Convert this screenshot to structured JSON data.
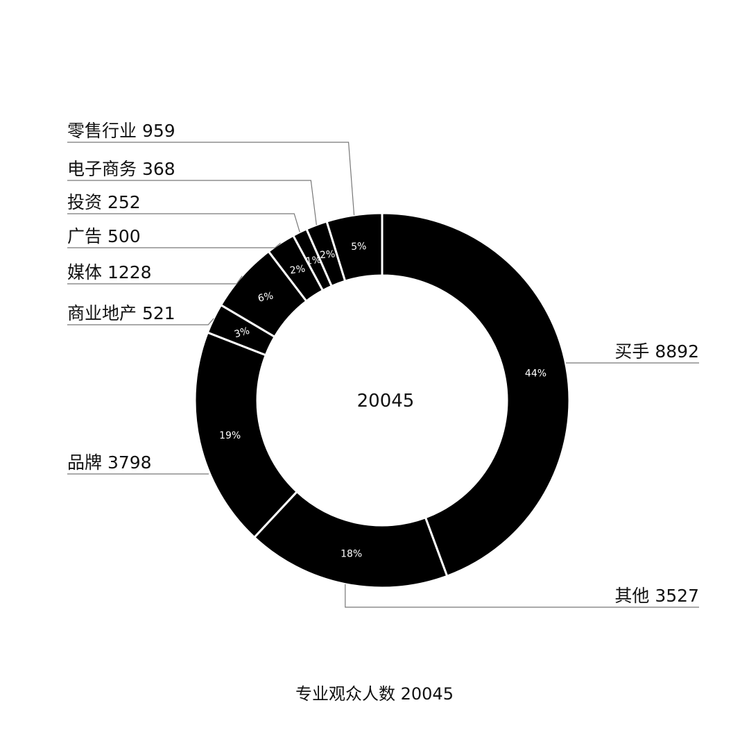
{
  "chart_data": {
    "type": "pie",
    "donut": true,
    "center_label": "20045",
    "total": 20045,
    "caption": "专业观众人数 20045",
    "colors": {
      "slice": "#000000",
      "separator": "#ffffff",
      "leader": "#777777",
      "text": "#111111",
      "pct_text": "#ffffff"
    },
    "slices": [
      {
        "label": "买手",
        "value": 8892,
        "percent": "44%"
      },
      {
        "label": "其他",
        "value": 3527,
        "percent": "18%"
      },
      {
        "label": "品牌",
        "value": 3798,
        "percent": "19%"
      },
      {
        "label": "商业地产",
        "value": 521,
        "percent": "3%"
      },
      {
        "label": "媒体",
        "value": 1228,
        "percent": "6%"
      },
      {
        "label": "广告",
        "value": 500,
        "percent": "2%"
      },
      {
        "label": "投资",
        "value": 252,
        "percent": "1%"
      },
      {
        "label": "电子商务",
        "value": 368,
        "percent": "2%"
      },
      {
        "label": "零售行业",
        "value": 959,
        "percent": "5%"
      }
    ]
  }
}
